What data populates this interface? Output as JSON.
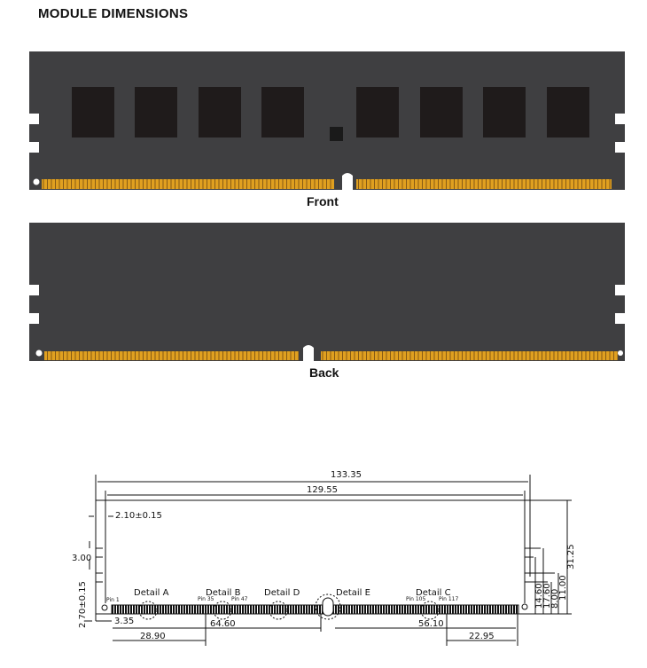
{
  "title": "MODULE  DIMENSIONS",
  "views": {
    "front_label": "Front",
    "back_label": "Back"
  },
  "colors": {
    "pcb": "#3f3f41",
    "chip": "#1f1b1b",
    "gold": "#e0a020"
  },
  "drawing": {
    "dims": {
      "overall_length": "133.35",
      "hole_span": "129.55",
      "edge_offset": "2.10±0.15",
      "notch_height": "3.00",
      "hole_height": "2.70±0.15",
      "pin1_offset": "3.35",
      "pin_to_key": "64.60",
      "pin1_to_step": "28.90",
      "key_to_end": "56.10",
      "step_to_end": "22.95",
      "h1": "14.60",
      "h2": "17.60",
      "h3": "8.00",
      "h4": "11.00",
      "height": "31.25"
    },
    "details": [
      "Detail A",
      "Detail B",
      "Detail D",
      "Detail E",
      "Detail C"
    ],
    "pins": [
      "Pin 1",
      "Pin 35",
      "Pin 47",
      "Pin 105",
      "Pin 117"
    ]
  }
}
